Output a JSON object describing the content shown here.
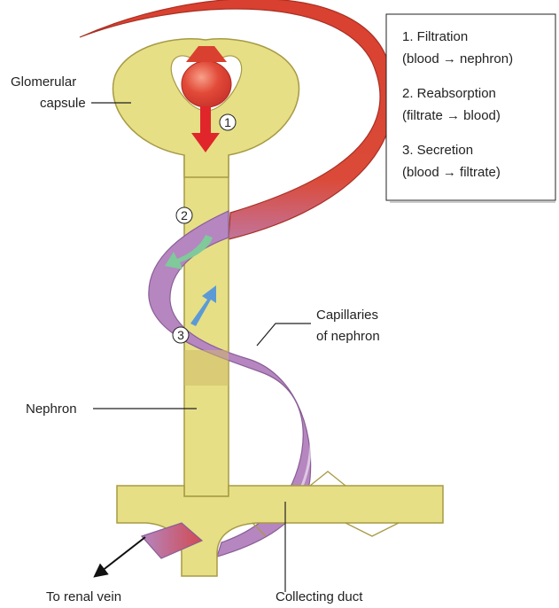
{
  "labels": {
    "glomerular_line1": "Glomerular",
    "glomerular_line2": "capsule",
    "capillaries_line1": "Capillaries",
    "capillaries_line2": "of nephron",
    "nephron": "Nephron",
    "renal_vein": "To renal vein",
    "collecting_duct": "Collecting duct"
  },
  "steps": [
    {
      "number": "1",
      "name": "1. Filtration",
      "detail": "(blood → nephron)"
    },
    {
      "number": "2",
      "name": "2. Reabsorption",
      "detail": "(filtrate → blood)"
    },
    {
      "number": "3",
      "name": "3. Secretion",
      "detail": "(blood → filtrate)"
    }
  ],
  "colors": {
    "nephron_fill": "#e6df86",
    "nephron_stroke": "#a79a44",
    "artery": "#d9402f",
    "capillary": "#b586c0",
    "filtration_arrow": "#e0252b",
    "reabsorption_arrow": "#7fc99a",
    "secretion_arrow": "#5c9ad6"
  }
}
